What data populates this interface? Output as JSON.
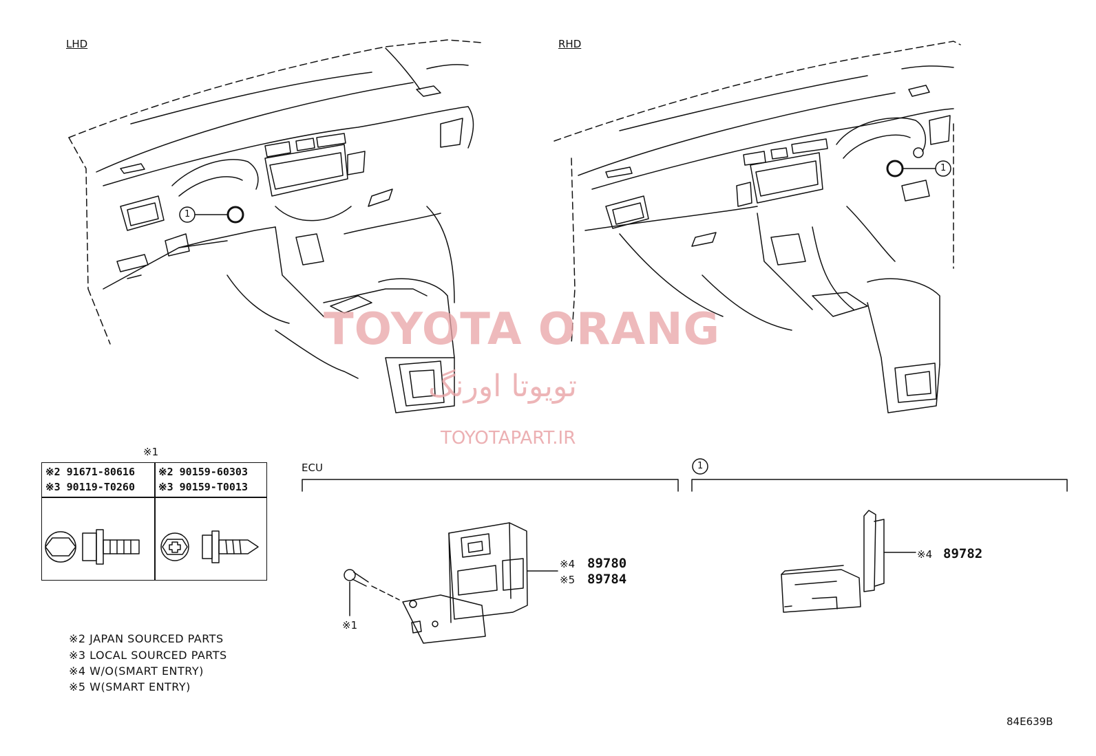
{
  "labels": {
    "lhd": "LHD",
    "rhd": "RHD",
    "ecu": "ECU",
    "callout_1": "1",
    "table_ref": "※1",
    "bolt_ref": "※1"
  },
  "fastener_table": {
    "left_part_a": "※2 91671-80616",
    "left_part_b": "※3 90119-T0260",
    "right_part_a": "※2 90159-60303",
    "right_part_b": "※3 90159-T0013"
  },
  "parts": {
    "ecu_wo_prefix": "※4",
    "ecu_wo_number": "89780",
    "ecu_w_prefix": "※5",
    "ecu_w_number": "89784",
    "sensor_prefix": "※4",
    "sensor_number": "89782"
  },
  "notes": [
    "※2 JAPAN SOURCED PARTS",
    "※3 LOCAL SOURCED PARTS",
    "※4 W/O(SMART ENTRY)",
    "※5 W(SMART ENTRY)"
  ],
  "watermark": {
    "title": "TOYOTA ORANG",
    "persian": "تویوتا اورنگ",
    "url": "TOYOTAPART.IR"
  },
  "illustration_code": "84E639B",
  "colors": {
    "line": "#111111",
    "watermark": "#e9a3a6"
  }
}
